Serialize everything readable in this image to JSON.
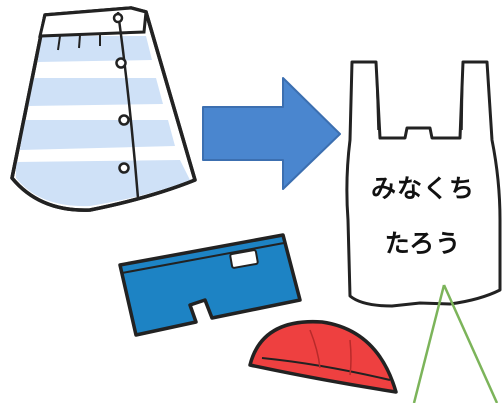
{
  "illustration": {
    "items": [
      {
        "name": "wrap-towel"
      },
      {
        "name": "swim-trunks"
      },
      {
        "name": "swim-cap"
      },
      {
        "name": "plastic-bag"
      }
    ],
    "bag_name": {
      "line1": "みなくち",
      "line2": "たろう"
    },
    "colors": {
      "outline": "#222222",
      "towel_stripe": "#cfe1f7",
      "arrow_fill": "#4a86cf",
      "arrow_stroke": "#3c6fb0",
      "trunks_fill": "#1d83c4",
      "cap_fill": "#ee4040",
      "pointer_line": "#7cb45a"
    }
  }
}
